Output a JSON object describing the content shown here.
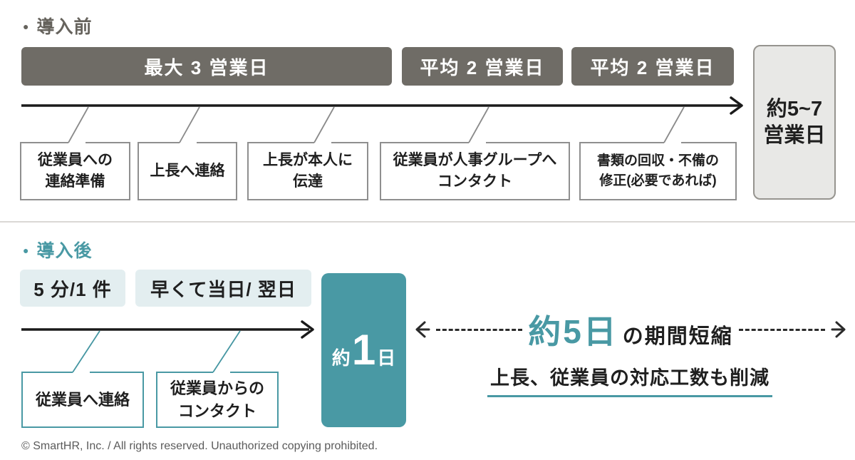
{
  "colors": {
    "teal": "#4999a4",
    "teal_light": "#e3eef0",
    "bar_gray": "#6f6c66",
    "heading_gray": "#66635d",
    "box_border_gray": "#8f8f8f",
    "summary_fill": "#e8e8e6",
    "summary_border": "#96948f",
    "text_dark": "#1f1f1f",
    "divider": "#dad8d5",
    "footer_text": "#5b5b5b",
    "arrow_black": "#1a1a1a",
    "connector_gray": "#8a8a8a"
  },
  "before": {
    "bullet": "●",
    "heading": "導入前",
    "duration_bars": [
      {
        "label": "最大 3 営業日"
      },
      {
        "label": "平均 2 営業日"
      },
      {
        "label": "平均 2 営業日"
      }
    ],
    "steps": [
      {
        "line1": "従業員への",
        "line2": "連絡準備"
      },
      {
        "line1": "上長へ連絡",
        "line2": ""
      },
      {
        "line1": "上長が本人に",
        "line2": "伝達"
      },
      {
        "line1": "従業員が人事グループへ",
        "line2": "コンタクト"
      },
      {
        "line1": "書類の回収・不備の",
        "line2": "修正(必要であれば)"
      }
    ],
    "total": {
      "line1": "約5~7",
      "line2": "営業日"
    }
  },
  "after": {
    "bullet": "●",
    "heading": "導入後",
    "duration_chips": [
      {
        "label": "5 分/1 件"
      },
      {
        "label": "早くて当日/ 翌日"
      }
    ],
    "steps": [
      {
        "line1": "従業員へ連絡",
        "line2": ""
      },
      {
        "line1": "従業員からの",
        "line2": "コンタクト"
      }
    ],
    "total": {
      "prefix": "約",
      "number": "1",
      "suffix": "日"
    }
  },
  "comparison": {
    "highlight": "約5日",
    "label": "の期間短縮",
    "note": "上長、従業員の対応工数も削減"
  },
  "footer": {
    "copyright": "© SmartHR, Inc. / All rights reserved. Unauthorized copying prohibited."
  }
}
